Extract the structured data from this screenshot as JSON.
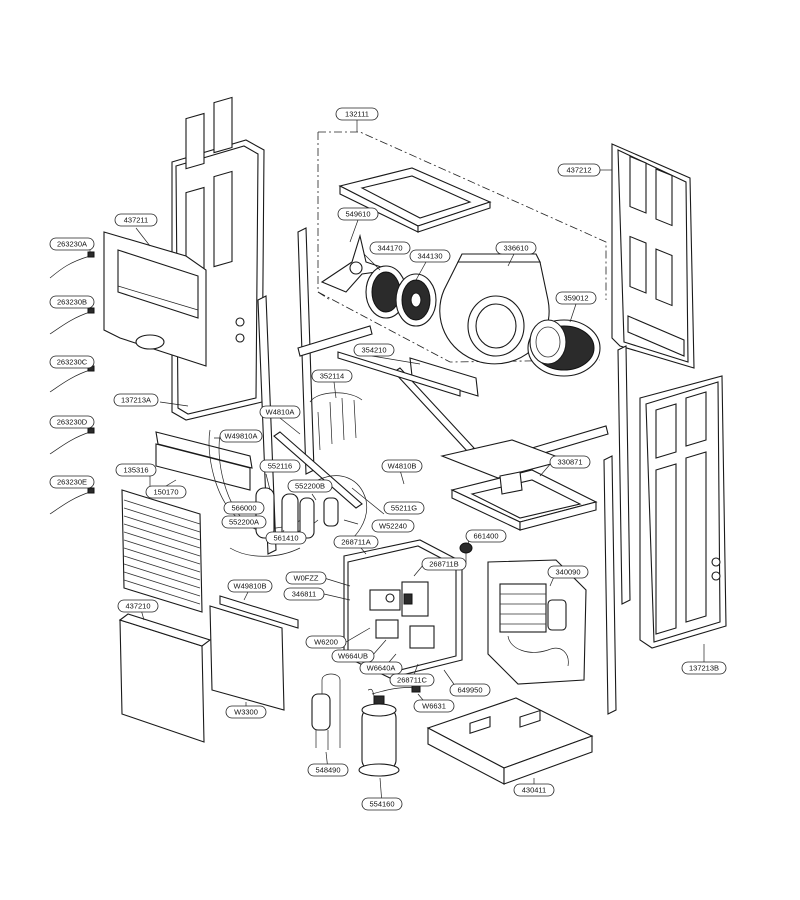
{
  "callouts": [
    {
      "id": "c132111",
      "label": "132111"
    },
    {
      "id": "c437212",
      "label": "437212"
    },
    {
      "id": "c437211",
      "label": "437211"
    },
    {
      "id": "c263230a",
      "label": "263230A"
    },
    {
      "id": "c263230b",
      "label": "263230B"
    },
    {
      "id": "c263230c",
      "label": "263230C"
    },
    {
      "id": "c263230d",
      "label": "263230D"
    },
    {
      "id": "c263230e",
      "label": "263230E"
    },
    {
      "id": "c549610",
      "label": "549610"
    },
    {
      "id": "c344170",
      "label": "344170"
    },
    {
      "id": "c344130",
      "label": "344130"
    },
    {
      "id": "c336610",
      "label": "336610"
    },
    {
      "id": "c359012",
      "label": "359012"
    },
    {
      "id": "c354210",
      "label": "354210"
    },
    {
      "id": "c352114",
      "label": "352114"
    },
    {
      "id": "c137213a",
      "label": "137213A"
    },
    {
      "id": "cw4810a",
      "label": "W4810A"
    },
    {
      "id": "cw49810a",
      "label": "W49810A"
    },
    {
      "id": "c552116",
      "label": "552116"
    },
    {
      "id": "c552200b",
      "label": "552200B"
    },
    {
      "id": "cw4810b",
      "label": "W4810B"
    },
    {
      "id": "c135316",
      "label": "135316"
    },
    {
      "id": "c150170",
      "label": "150170"
    },
    {
      "id": "c566000",
      "label": "566000"
    },
    {
      "id": "c552200a",
      "label": "552200A"
    },
    {
      "id": "c55211g",
      "label": "55211G"
    },
    {
      "id": "cw52240",
      "label": "W52240"
    },
    {
      "id": "c330871",
      "label": "330871"
    },
    {
      "id": "c561410",
      "label": "561410"
    },
    {
      "id": "c268711a",
      "label": "268711A"
    },
    {
      "id": "c661400",
      "label": "661400"
    },
    {
      "id": "c268711b",
      "label": "268711B"
    },
    {
      "id": "cw0fzz",
      "label": "W0FZZ"
    },
    {
      "id": "c340090",
      "label": "340090"
    },
    {
      "id": "cw49810b",
      "label": "W49810B"
    },
    {
      "id": "c346811",
      "label": "346811"
    },
    {
      "id": "c437210",
      "label": "437210"
    },
    {
      "id": "cw6200",
      "label": "W6200"
    },
    {
      "id": "cw664ub",
      "label": "W664UB"
    },
    {
      "id": "cw6640a",
      "label": "W6640A"
    },
    {
      "id": "c268711c",
      "label": "268711C"
    },
    {
      "id": "c649950",
      "label": "649950"
    },
    {
      "id": "c137213b",
      "label": "137213B"
    },
    {
      "id": "cw6631",
      "label": "W6631"
    },
    {
      "id": "cw3300",
      "label": "W3300"
    },
    {
      "id": "c548490",
      "label": "548490"
    },
    {
      "id": "c430411",
      "label": "430411"
    },
    {
      "id": "c554160",
      "label": "554160"
    }
  ]
}
